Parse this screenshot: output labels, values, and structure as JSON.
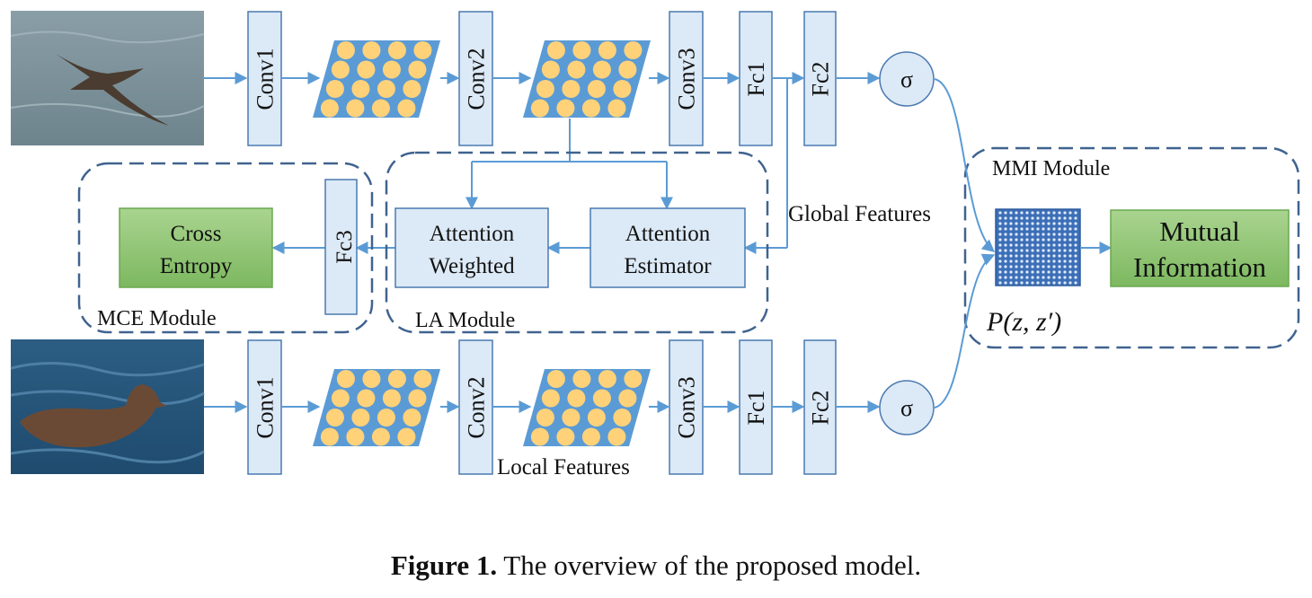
{
  "diagram": {
    "layer_labels": {
      "conv1": "Conv1",
      "conv2": "Conv2",
      "conv3": "Conv3",
      "fc1": "Fc1",
      "fc2": "Fc2",
      "fc3": "Fc3"
    },
    "sigma": "σ",
    "modules": {
      "mce": "MCE Module",
      "la": "LA Module",
      "mmi": "MMI Module"
    },
    "boxes": {
      "cross_entropy": [
        "Cross",
        "Entropy"
      ],
      "attention_weighted": [
        "Attention",
        "Weighted"
      ],
      "attention_estimator": [
        "Attention",
        "Estimator"
      ],
      "mutual_information": [
        "Mutual",
        "Information"
      ]
    },
    "annotations": {
      "global_features": "Global Features",
      "local_features": "Local Features",
      "joint_prob": "P(z, z′)"
    },
    "colors": {
      "layer_fill": "#dce9f6",
      "layer_stroke": "#4a7ab0",
      "arrow": "#5b9bd5",
      "feature_map_fill": "#5b9bd5",
      "feature_dot": "#ffd27a",
      "green_fill": "#92c875",
      "module_border": "#40638f"
    }
  },
  "caption": {
    "label": "Figure 1.",
    "text": "The overview of the proposed model."
  }
}
